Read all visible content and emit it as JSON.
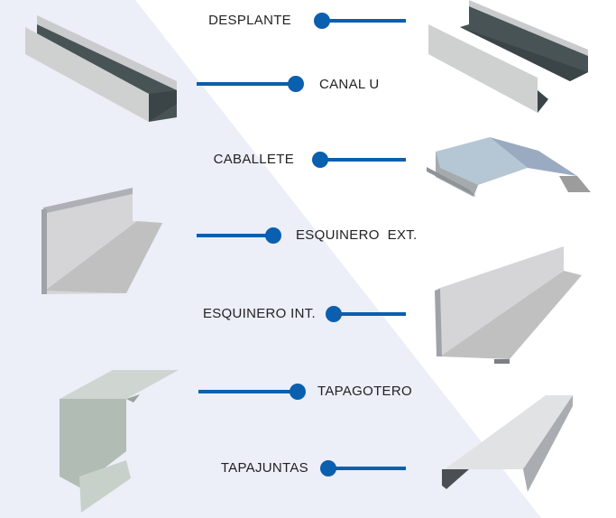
{
  "accent_color": "#0a5fae",
  "background_color": "#eceef8",
  "profiles": [
    {
      "label": "DESPLANTE"
    },
    {
      "label": "CANAL U"
    },
    {
      "label": "CABALLETE"
    },
    {
      "label": "ESQUINERO  EXT."
    },
    {
      "label": "ESQUINERO INT."
    },
    {
      "label": "TAPAGOTERO"
    },
    {
      "label": "TAPAJUNTAS"
    }
  ]
}
